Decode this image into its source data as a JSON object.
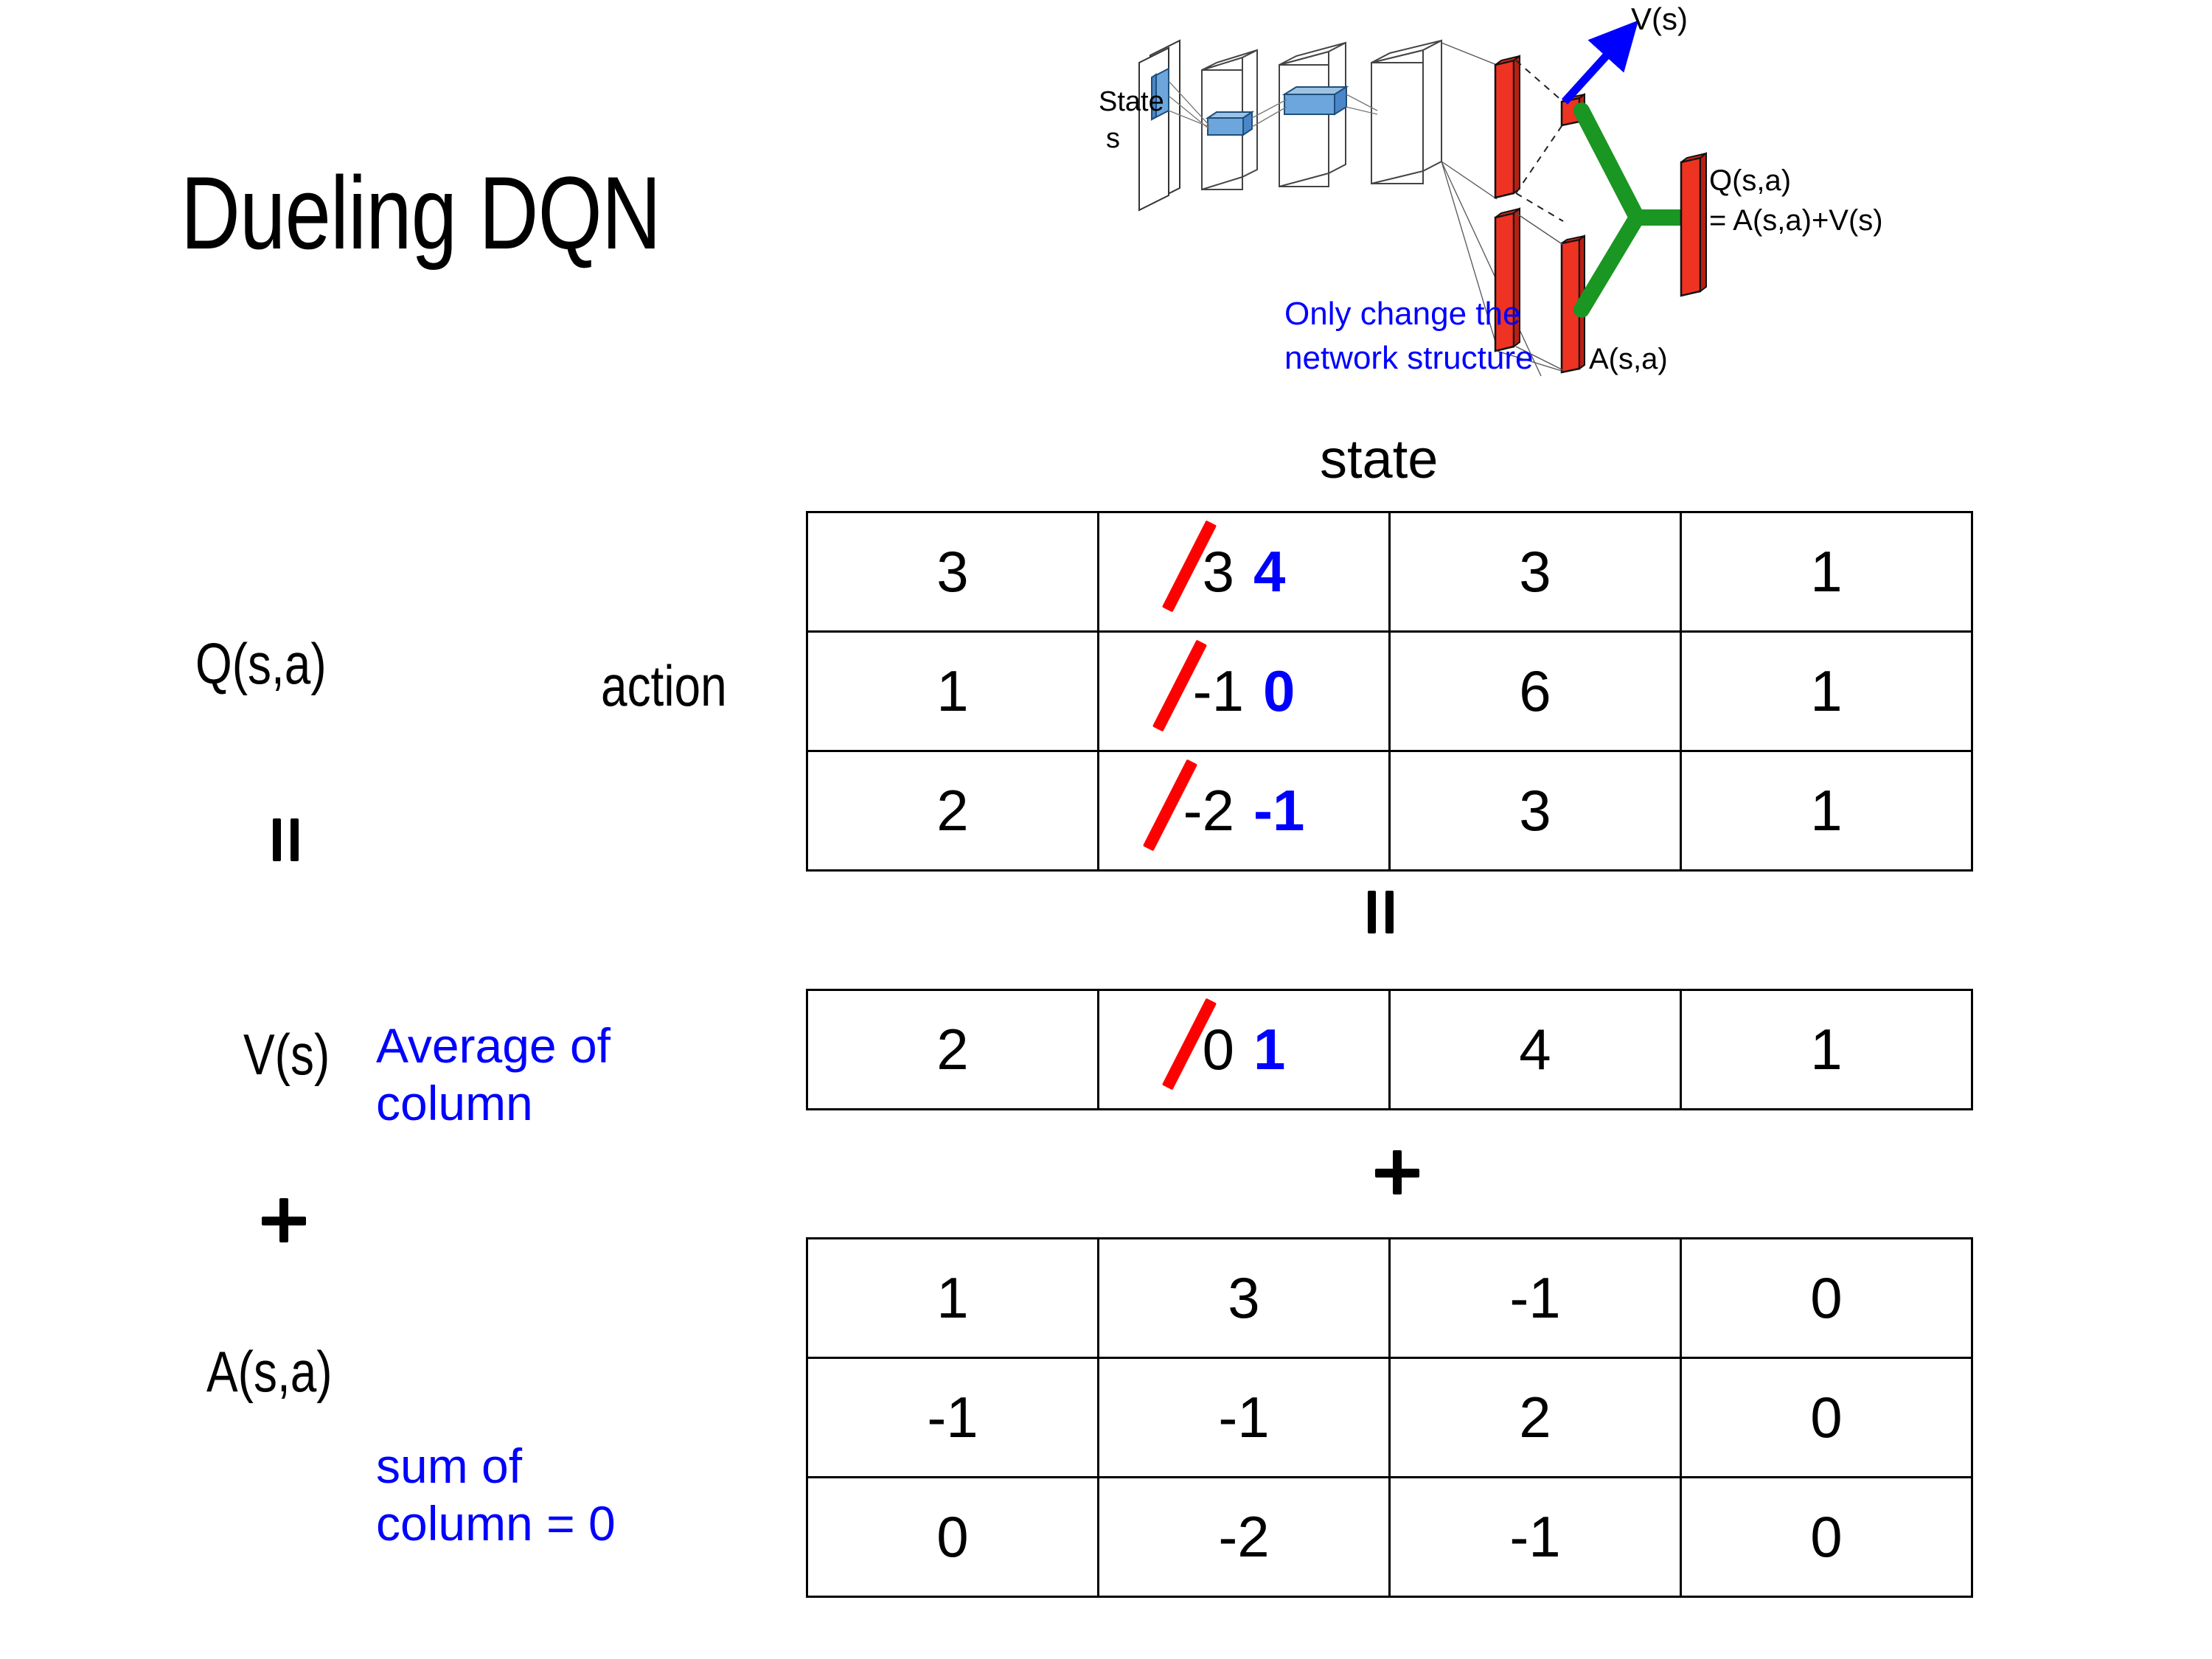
{
  "slide": {
    "title": "Dueling DQN"
  },
  "diagram": {
    "state_label": "State",
    "state_sub": "s",
    "note": "Only change the\nnetwork structure",
    "v_label": "V(s)",
    "a_label": "A(s,a)",
    "q_label": "Q(s,a)",
    "q_formula": "= A(s,a)+V(s)",
    "colors": {
      "note": "#0000FF",
      "arrow": "#0000FF",
      "merge": "#1a9622",
      "bar": "#EE3322",
      "filter": "#5B9BD5"
    }
  },
  "labels": {
    "q": "Q(s,a)",
    "v": "V(s)",
    "a": "A(s,a)",
    "action": "action",
    "state": "state",
    "equals": "=",
    "plus": "+",
    "note_average": "Average of\ncolumn",
    "note_sum": "sum of\ncolumn = 0"
  },
  "colors": {
    "strike": "#FF0000",
    "new_value": "#0000FF",
    "note": "#0000FF"
  },
  "chart_data": {
    "type": "table",
    "title": "Dueling DQN  Q(s,a) = V(s) + A(s,a)",
    "axes": {
      "rows": "action",
      "columns": "state"
    },
    "tables": [
      {
        "name": "Q(s,a)",
        "rows": 3,
        "columns": 4,
        "values": [
          [
            "3",
            "3",
            "3",
            "1"
          ],
          [
            "1",
            "-1",
            "6",
            "1"
          ],
          [
            "2",
            "-2",
            "3",
            "1"
          ]
        ],
        "edits": [
          {
            "row": 0,
            "col": 1,
            "old": "3",
            "new": "4"
          },
          {
            "row": 1,
            "col": 1,
            "old": "-1",
            "new": "0"
          },
          {
            "row": 2,
            "col": 1,
            "old": "-2",
            "new": "-1"
          }
        ]
      },
      {
        "name": "V(s)",
        "rows": 1,
        "columns": 4,
        "values": [
          [
            "2",
            "0",
            "4",
            "1"
          ]
        ],
        "edits": [
          {
            "row": 0,
            "col": 1,
            "old": "0",
            "new": "1"
          }
        ]
      },
      {
        "name": "A(s,a)",
        "rows": 3,
        "columns": 4,
        "values": [
          [
            "1",
            "3",
            "-1",
            "0"
          ],
          [
            "-1",
            "-1",
            "2",
            "0"
          ],
          [
            "0",
            "-2",
            "-1",
            "0"
          ]
        ],
        "edits": []
      }
    ]
  }
}
